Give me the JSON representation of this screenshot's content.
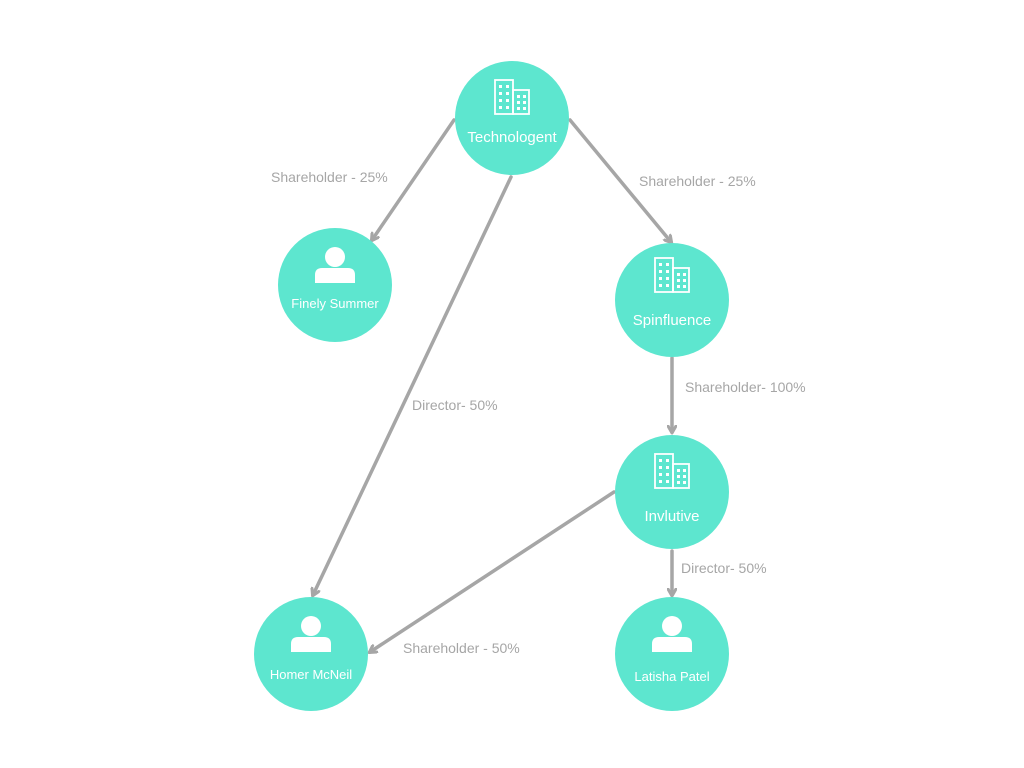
{
  "colors": {
    "node_fill": "#5de6cf",
    "edge": "#a6a6a6",
    "edge_label": "#a6a6a6",
    "node_text": "#ffffff"
  },
  "nodes": [
    {
      "id": "technologent",
      "label": "Technologent",
      "kind": "company",
      "icon": "building-icon"
    },
    {
      "id": "finely",
      "label": "Finely Summer",
      "kind": "person",
      "icon": "person-icon"
    },
    {
      "id": "spinfluence",
      "label": "Spinfluence",
      "kind": "company",
      "icon": "building-icon"
    },
    {
      "id": "invlutive",
      "label": "Invlutive",
      "kind": "company",
      "icon": "building-icon"
    },
    {
      "id": "homer",
      "label": "Homer McNeil",
      "kind": "person",
      "icon": "person-icon"
    },
    {
      "id": "latisha",
      "label": "Latisha Patel",
      "kind": "person",
      "icon": "person-icon"
    }
  ],
  "edges": [
    {
      "from": "technologent",
      "to": "finely",
      "label": "Shareholder - 25%"
    },
    {
      "from": "technologent",
      "to": "spinfluence",
      "label": "Shareholder - 25%"
    },
    {
      "from": "technologent",
      "to": "homer",
      "label": "Director- 50%"
    },
    {
      "from": "spinfluence",
      "to": "invlutive",
      "label": "Shareholder- 100%"
    },
    {
      "from": "invlutive",
      "to": "homer",
      "label": "Shareholder - 50%"
    },
    {
      "from": "invlutive",
      "to": "latisha",
      "label": "Director- 50%"
    }
  ]
}
